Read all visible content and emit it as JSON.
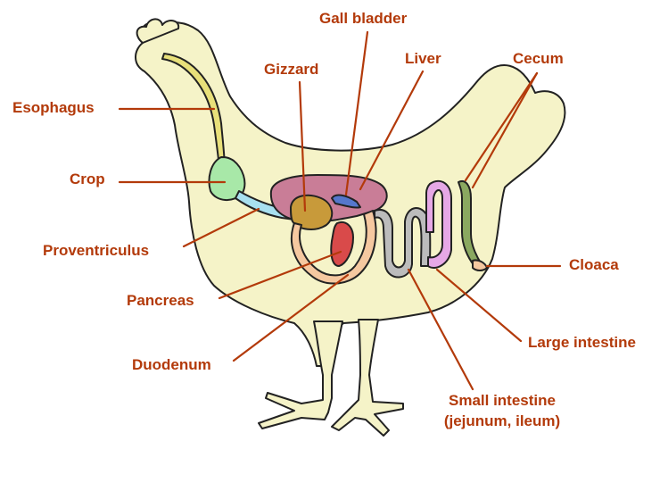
{
  "labels": {
    "esophagus": "Esophagus",
    "crop": "Crop",
    "proventriculus": "Proventriculus",
    "pancreas": "Pancreas",
    "duodenum": "Duodenum",
    "gizzard": "Gizzard",
    "gall_bladder": "Gall bladder",
    "liver": "Liver",
    "cecum": "Cecum",
    "cloaca": "Cloaca",
    "large_intestine": "Large intestine",
    "small_intestine_line1": "Small intestine",
    "small_intestine_line2": "(jejunum, ileum)"
  },
  "colors": {
    "label_text": "#b33a0a",
    "body_fill": "#f5f3c8",
    "esophagus": "#e8e07a",
    "crop": "#a8e8a8",
    "proventriculus": "#a8e0f0",
    "gizzard": "#c89a3a",
    "liver": "#c97d97",
    "gall_bladder": "#5577cc",
    "pancreas": "#d94a4a",
    "duodenum": "#f5c8a0",
    "small_intestine": "#bcbcbc",
    "large_intestine": "#e6a8e6",
    "cecum": "#8aa860",
    "cloaca": "#f5c8a0"
  }
}
